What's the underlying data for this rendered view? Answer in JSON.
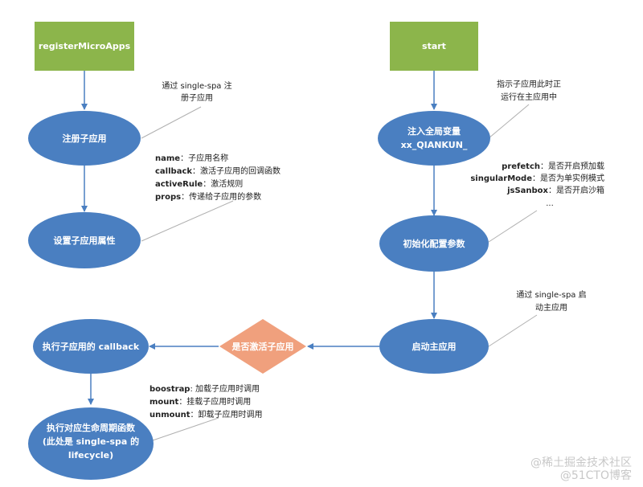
{
  "colors": {
    "ellipse_fill": "#4a7fc1",
    "rect_fill": "#8cb54b",
    "decision_fill": "#f0a07d",
    "arrow": "#4a7fc1",
    "callout_line": "#b0b0b0"
  },
  "left": {
    "start_label": "registerMicroApps",
    "step1": "注册子应用",
    "step1_note": [
      "通过 single-spa 注",
      "册子应用"
    ],
    "step2": "设置子应用属性",
    "step2_note": [
      {
        "key": "name",
        "text": "：子应用名称"
      },
      {
        "key": "callback",
        "text": "：激活子应用的回调函数"
      },
      {
        "key": "activeRule",
        "text": "：激活规则"
      },
      {
        "key": "props",
        "text": "：传递给子应用的参数"
      }
    ],
    "step3": "执行子应用的 callback",
    "step4": [
      "执行对应生命周期函数",
      "(此处是 single-spa 的",
      "lifecycle)"
    ],
    "step4_note": [
      {
        "key": "boostrap",
        "text": ": 加载子应用时调用"
      },
      {
        "key": "mount",
        "text": "：挂载子应用时调用"
      },
      {
        "key": "unmount",
        "text": "：卸载子应用时调用"
      }
    ]
  },
  "right": {
    "start_label": "start",
    "step1": [
      "注入全局变量",
      "xx_QIANKUN_"
    ],
    "step1_note": [
      "指示子应用此时正",
      "运行在主应用中"
    ],
    "step2": "初始化配置参数",
    "step2_note": [
      {
        "key": "prefetch",
        "text": "：是否开启预加载"
      },
      {
        "key": "singularMode",
        "text": "：是否为单实例模式"
      },
      {
        "key": "jsSanbox",
        "text": "：是否开启沙箱"
      }
    ],
    "step2_note_more": "...",
    "step3": "启动主应用",
    "step3_note": [
      "通过 single-spa 启",
      "动主应用"
    ]
  },
  "decision": "是否激活子应用",
  "watermark": [
    "@稀土掘金技术社区",
    "@51CTO博客"
  ]
}
